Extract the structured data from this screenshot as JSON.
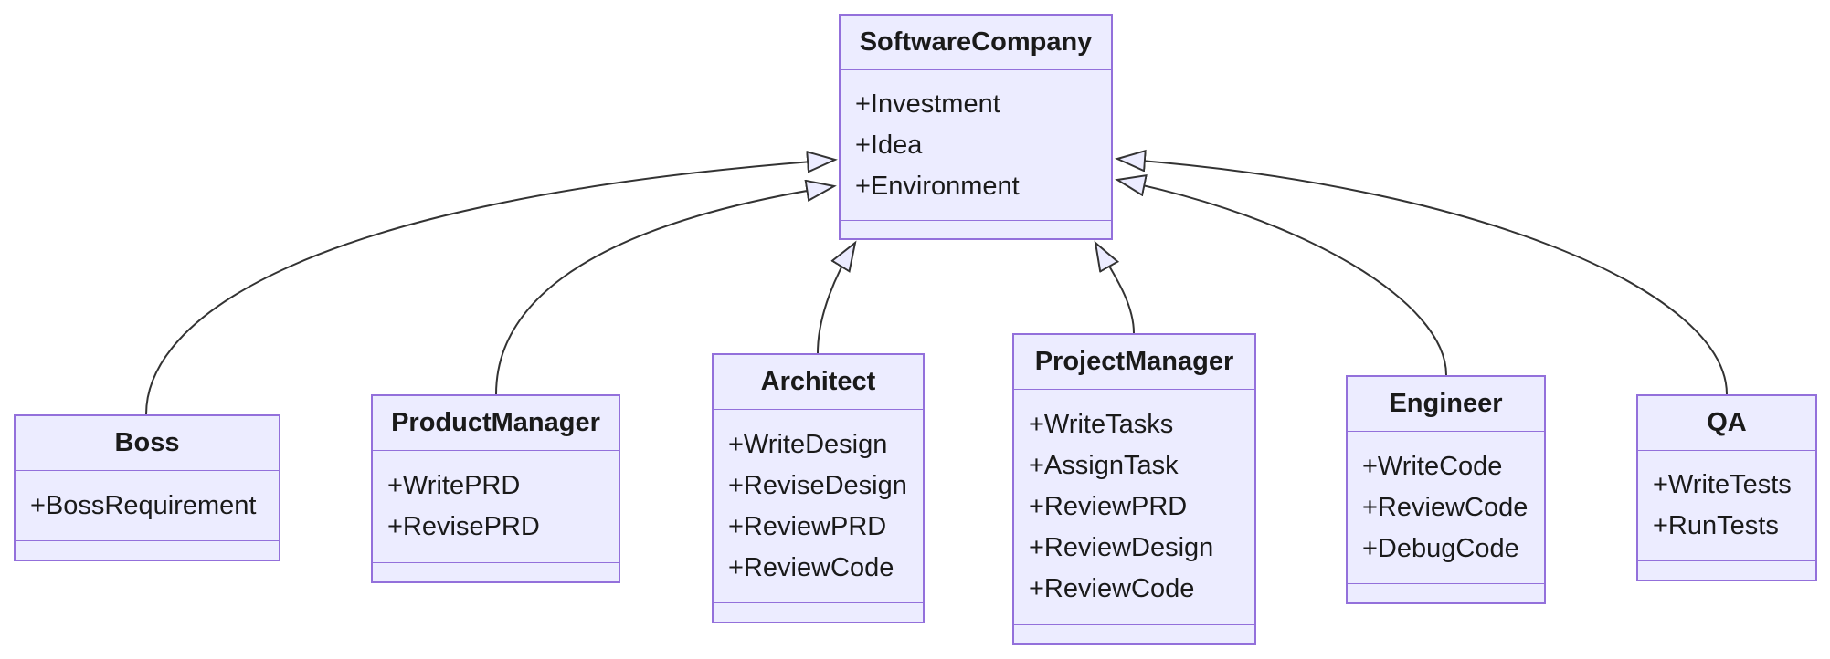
{
  "diagram": {
    "type": "uml-class-diagram",
    "colors": {
      "node_fill": "#ECECFF",
      "node_border": "#9370DB",
      "edge_line": "#333333",
      "text": "#1a1a1a",
      "background": "#ffffff"
    },
    "classes": {
      "software_company": {
        "name": "SoftwareCompany",
        "attributes": [
          "+Investment",
          "+Idea",
          "+Environment"
        ]
      },
      "boss": {
        "name": "Boss",
        "attributes": [
          "+BossRequirement"
        ]
      },
      "product_manager": {
        "name": "ProductManager",
        "attributes": [
          "+WritePRD",
          "+RevisePRD"
        ]
      },
      "architect": {
        "name": "Architect",
        "attributes": [
          "+WriteDesign",
          "+ReviseDesign",
          "+ReviewPRD",
          "+ReviewCode"
        ]
      },
      "project_manager": {
        "name": "ProjectManager",
        "attributes": [
          "+WriteTasks",
          "+AssignTask",
          "+ReviewPRD",
          "+ReviewDesign",
          "+ReviewCode"
        ]
      },
      "engineer": {
        "name": "Engineer",
        "attributes": [
          "+WriteCode",
          "+ReviewCode",
          "+DebugCode"
        ]
      },
      "qa": {
        "name": "QA",
        "attributes": [
          "+WriteTests",
          "+RunTests"
        ]
      }
    },
    "relationships": [
      {
        "from": "Boss",
        "to": "SoftwareCompany",
        "type": "inheritance"
      },
      {
        "from": "ProductManager",
        "to": "SoftwareCompany",
        "type": "inheritance"
      },
      {
        "from": "Architect",
        "to": "SoftwareCompany",
        "type": "inheritance"
      },
      {
        "from": "ProjectManager",
        "to": "SoftwareCompany",
        "type": "inheritance"
      },
      {
        "from": "Engineer",
        "to": "SoftwareCompany",
        "type": "inheritance"
      },
      {
        "from": "QA",
        "to": "SoftwareCompany",
        "type": "inheritance"
      }
    ]
  }
}
